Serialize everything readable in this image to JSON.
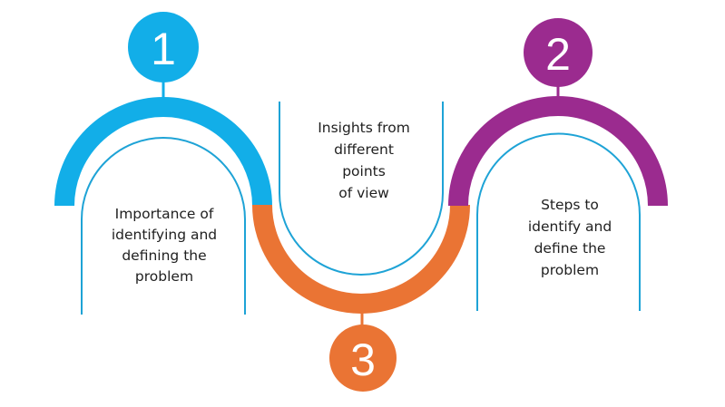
{
  "diagram": {
    "type": "three-step process wave",
    "outline_color": "#1ea3d6",
    "steps": [
      {
        "number": "1",
        "color": "#12aee8",
        "lines": [
          "Importance of",
          "identifying and",
          "defining the",
          "problem"
        ]
      },
      {
        "number": "2",
        "color": "#9b2b8f",
        "lines": [
          "Steps to",
          "identify and",
          "define the",
          "problem"
        ]
      },
      {
        "number": "3",
        "color": "#ea7434",
        "lines": [
          "Insights from",
          "different",
          "points",
          "of view"
        ]
      }
    ]
  }
}
